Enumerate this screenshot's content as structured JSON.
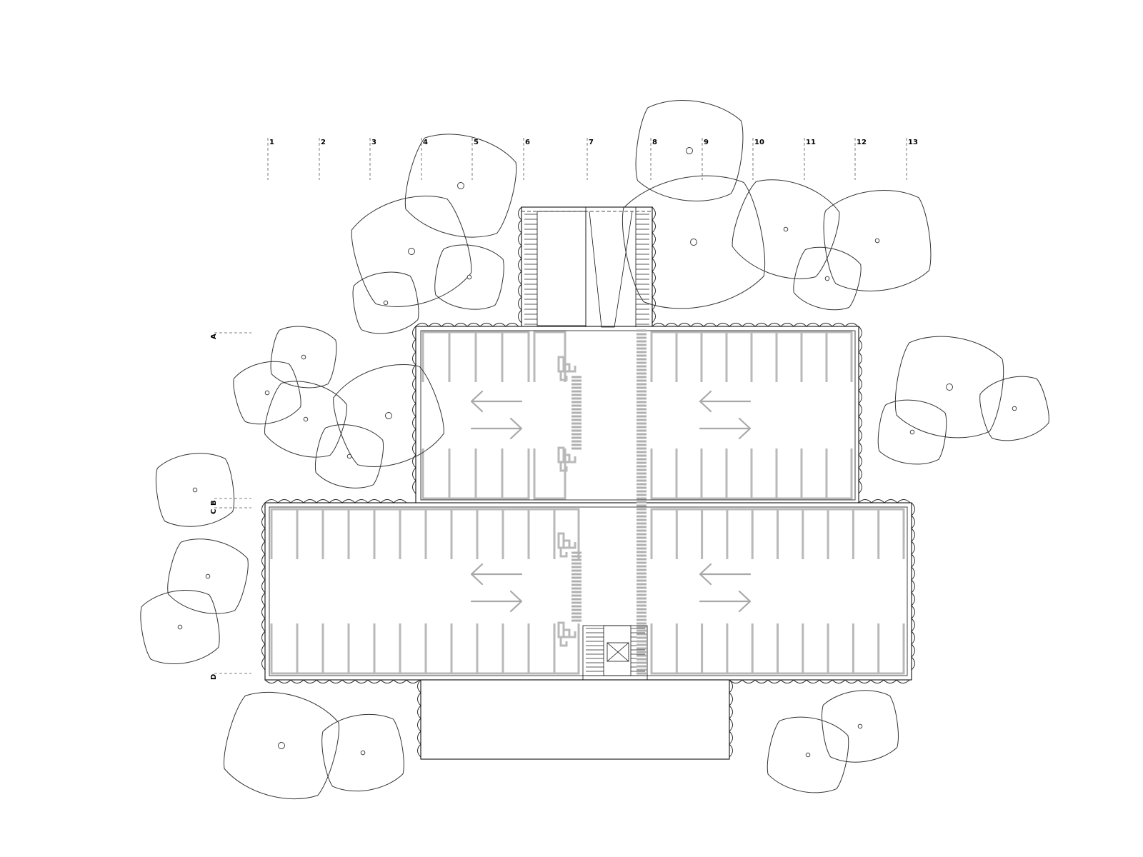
{
  "drawing": {
    "type": "parking garage floor plan",
    "column_grid_labels": [
      "1",
      "2",
      "3",
      "4",
      "5",
      "6",
      "7",
      "8",
      "9",
      "10",
      "11",
      "12",
      "13"
    ],
    "row_grid_labels": [
      "A",
      "B",
      "C",
      "D"
    ],
    "colors": {
      "lines": "#111111",
      "markings": "#b9b9b9",
      "background": "#ffffff"
    }
  }
}
